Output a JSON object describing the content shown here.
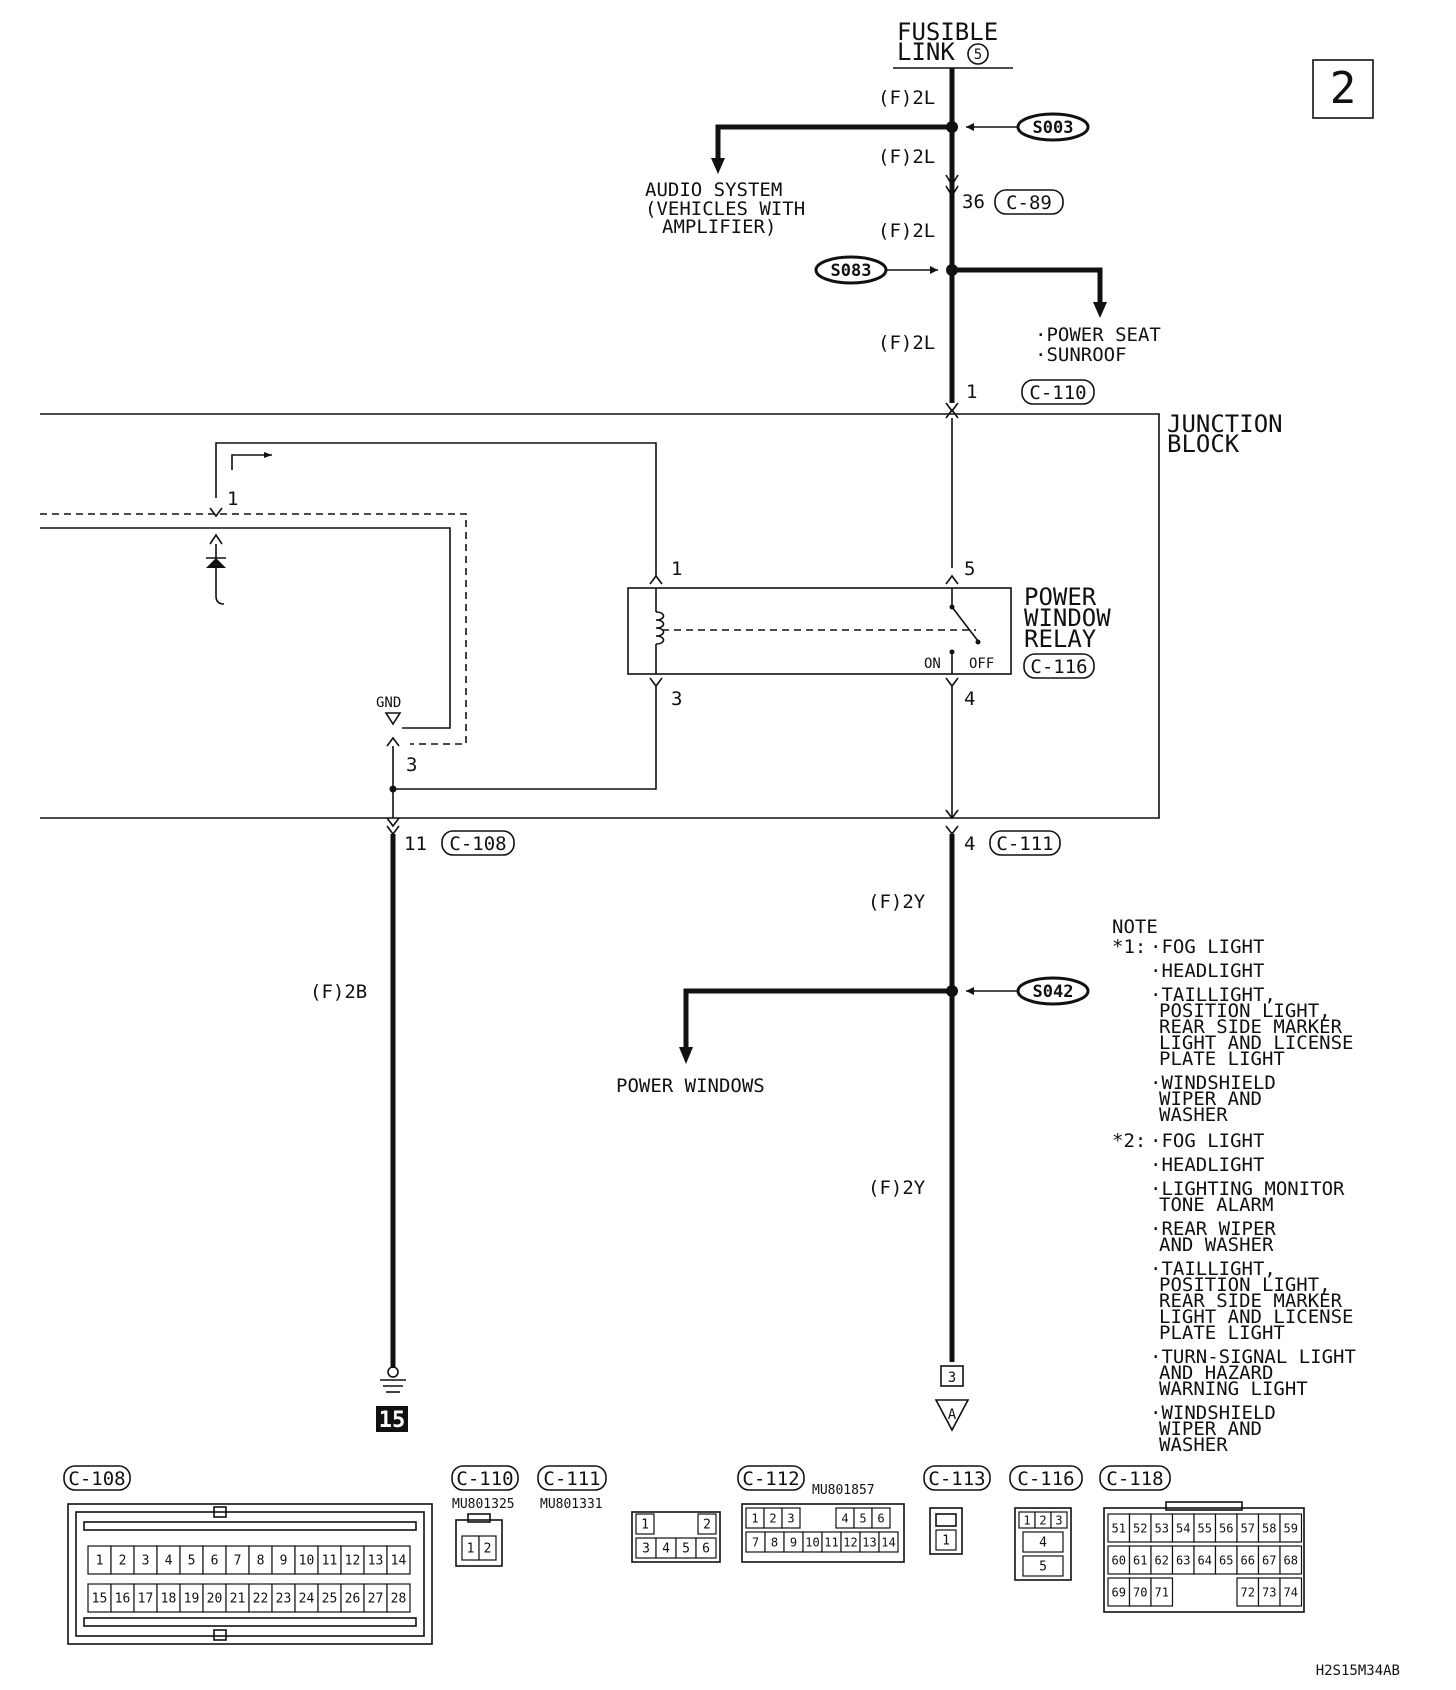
{
  "page_number": "2",
  "figure_id": "H2S15M34AB",
  "fusible_link": {
    "line1": "FUSIBLE",
    "line2": "LINK",
    "number": "5"
  },
  "wire_2L": "(F)2L",
  "wire_2Y": "(F)2Y",
  "wire_2B": "(F)2B",
  "splices": {
    "s003": "S003",
    "s083": "S083",
    "s042": "S042"
  },
  "audio_system": {
    "line1": "AUDIO SYSTEM",
    "line2": "(VEHICLES WITH",
    "line3": "AMPLIFIER)"
  },
  "power_seat_sunroof": {
    "line1": "·POWER SEAT",
    "line2": "·SUNROOF"
  },
  "junction_block": {
    "line1": "JUNCTION",
    "line2": "BLOCK"
  },
  "relay": {
    "line1": "POWER",
    "line2": "WINDOW",
    "line3": "RELAY",
    "connector": "C-116",
    "on": "ON",
    "off": "OFF"
  },
  "gnd": "GND",
  "power_windows": "POWER WINDOWS",
  "pins": {
    "c89": "36",
    "c110": "1",
    "relay_5": "5",
    "relay_4": "4",
    "relay_1": "1",
    "relay_3": "3",
    "left_1": "1",
    "left_3": "3",
    "c108": "11",
    "c111": "4"
  },
  "connectors": {
    "c89": "C-89",
    "c110": "C-110",
    "c108": "C-108",
    "c111": "C-111"
  },
  "ground_number": "15",
  "terminal_box": "3",
  "terminal_arrow": "A",
  "note": {
    "title": "NOTE",
    "star1_label": "*1:",
    "star1_items": [
      [
        "FOG LIGHT"
      ],
      [
        "HEADLIGHT"
      ],
      [
        "TAILLIGHT,",
        "POSITION LIGHT,",
        "REAR SIDE MARKER",
        "LIGHT AND LICENSE",
        "PLATE LIGHT"
      ],
      [
        "WINDSHIELD",
        "WIPER AND",
        "WASHER"
      ]
    ],
    "star2_label": "*2:",
    "star2_items": [
      [
        "FOG LIGHT"
      ],
      [
        "HEADLIGHT"
      ],
      [
        "LIGHTING MONITOR",
        "TONE ALARM"
      ],
      [
        "REAR WIPER",
        "AND WASHER"
      ],
      [
        "TAILLIGHT,",
        "POSITION LIGHT,",
        "REAR SIDE MARKER",
        "LIGHT AND LICENSE",
        "PLATE LIGHT"
      ],
      [
        "TURN-SIGNAL LIGHT",
        "AND HAZARD",
        "WARNING LIGHT"
      ],
      [
        "WINDSHIELD",
        "WIPER AND",
        "WASHER"
      ]
    ]
  },
  "connector_views": {
    "c108": {
      "label": "C-108",
      "row1": [
        "1",
        "2",
        "3",
        "4",
        "5",
        "6",
        "7",
        "8",
        "9",
        "10",
        "11",
        "12",
        "13",
        "14"
      ],
      "row2": [
        "15",
        "16",
        "17",
        "18",
        "19",
        "20",
        "21",
        "22",
        "23",
        "24",
        "25",
        "26",
        "27",
        "28"
      ]
    },
    "c110": {
      "label": "C-110",
      "part": "MU801325",
      "pins": [
        "1",
        "2"
      ]
    },
    "c111": {
      "label": "C-111",
      "part": "MU801331",
      "row1": [
        "1",
        "2"
      ],
      "row2": [
        "3",
        "4",
        "5",
        "6"
      ]
    },
    "c112": {
      "label": "C-112",
      "part": "MU801857",
      "row1": [
        "1",
        "2",
        "3",
        "4",
        "5",
        "6"
      ],
      "row2": [
        "7",
        "8",
        "9",
        "10",
        "11",
        "12",
        "13",
        "14"
      ]
    },
    "c113": {
      "label": "C-113",
      "pins": [
        "1"
      ]
    },
    "c116": {
      "label": "C-116",
      "pins": [
        "1",
        "2",
        "3",
        "4",
        "5"
      ]
    },
    "c118": {
      "label": "C-118",
      "row1": [
        "51",
        "52",
        "53",
        "54",
        "55",
        "56",
        "57",
        "58",
        "59"
      ],
      "row2": [
        "60",
        "61",
        "62",
        "63",
        "64",
        "65",
        "66",
        "67",
        "68"
      ],
      "row3": [
        "69",
        "70",
        "71",
        "72",
        "73",
        "74"
      ]
    }
  }
}
